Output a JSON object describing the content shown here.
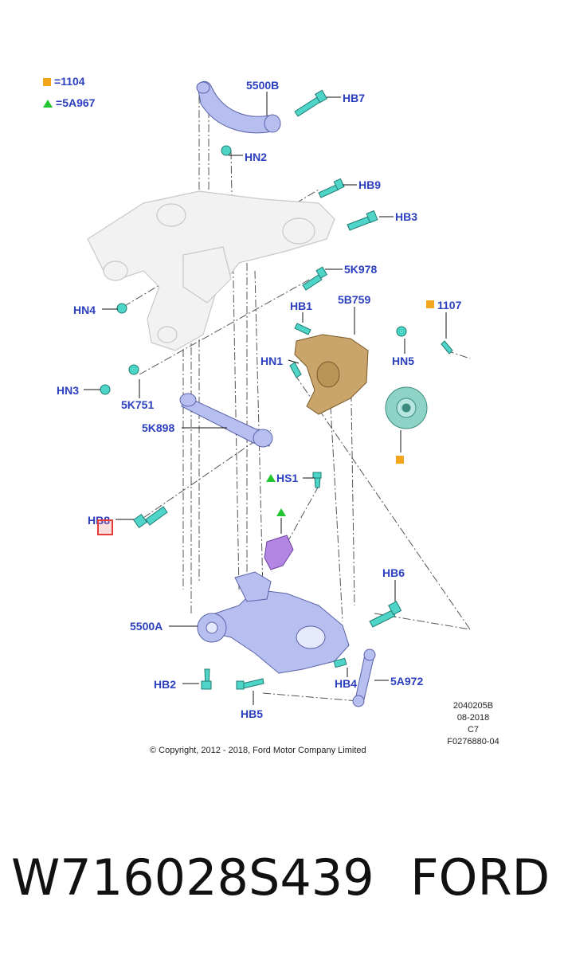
{
  "legend": {
    "square_value": "1104",
    "triangle_value": "5A967",
    "square_color": "#f3a51c",
    "triangle_color": "#22c52f"
  },
  "callouts": {
    "c5500B": "5500B",
    "HB7": "HB7",
    "HN2": "HN2",
    "HB9": "HB9",
    "HB3": "HB3",
    "c5K978": "5K978",
    "HN4": "HN4",
    "HB1": "HB1",
    "c5B759": "5B759",
    "c1107": "1107",
    "HN1": "HN1",
    "HN5": "HN5",
    "HN3": "HN3",
    "c5K751": "5K751",
    "c5K898": "5K898",
    "HS1": "HS1",
    "HB8": "HB8",
    "HB6": "HB6",
    "c5500A": "5500A",
    "HB2": "HB2",
    "HB4": "HB4",
    "c5A972": "5A972",
    "HB5": "HB5"
  },
  "meta": {
    "code": "2040205B",
    "date": "08-2018",
    "version": "C7",
    "figure": "F0276880-04"
  },
  "copyright": "© Copyright, 2012 - 2018, Ford Motor Company Limited",
  "part_number": "W716028S439",
  "brand": "FORD",
  "colors": {
    "label": "#2b3fbf",
    "fastener": "#4fd4c8",
    "arm": "#b7bff0",
    "knuckle": "#c9a56b",
    "hub": "#8fd3c6",
    "bracket": "#b486e3",
    "highlight": "#e53b3b"
  }
}
